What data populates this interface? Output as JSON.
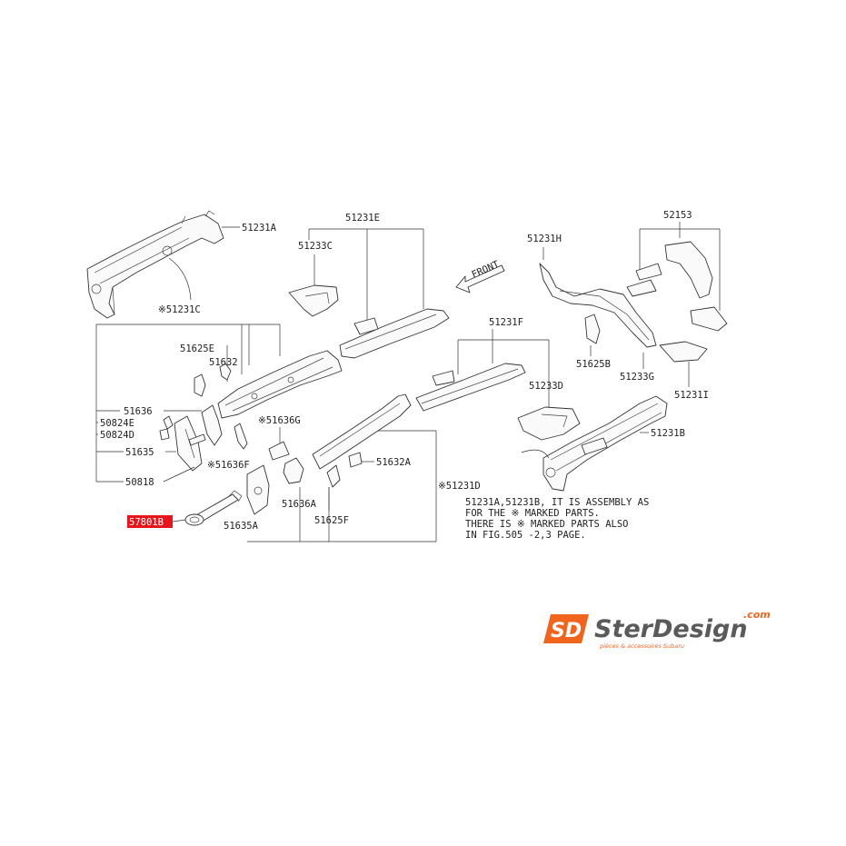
{
  "labels": {
    "p51231A": "51231A",
    "p51231E": "51231E",
    "p51233C": "51233C",
    "p51231C": "※51231C",
    "p51625E": "51625E",
    "p51632": "51632",
    "p51636": "51636",
    "p50824E": "50824E",
    "p50824D": "50824D",
    "p51635": "51635",
    "p50818": "50818",
    "p51636F": "※51636F",
    "p51636G": "※51636G",
    "p51636A": "51636A",
    "p51625F": "51625F",
    "p51635A": "51635A",
    "p57801B": "57801B",
    "p51231F": "51231F",
    "p51233D": "51233D",
    "p51632A": "51632A",
    "p51231D": "※51231D",
    "p51231H": "51231H",
    "p52153": "52153",
    "p51625B": "51625B",
    "p51233G": "51233G",
    "p51231I": "51231I",
    "p51231B": "51231B",
    "front": "FRONT"
  },
  "note_lines": [
    "51231A,51231B, IT IS ASSEMBLY AS",
    "FOR THE ※ MARKED PARTS.",
    "THERE IS ※ MARKED PARTS ALSO",
    "IN FIG.505 -2,3 PAGE."
  ],
  "logo": {
    "mark": "SD",
    "brand": "SterDesign",
    "tld": ".com",
    "tagline": "pièces & accessoires Subaru"
  },
  "colors": {
    "highlight": "#e8141b",
    "logo_orange": "#f0641e",
    "logo_grey": "#5a5a5a"
  }
}
